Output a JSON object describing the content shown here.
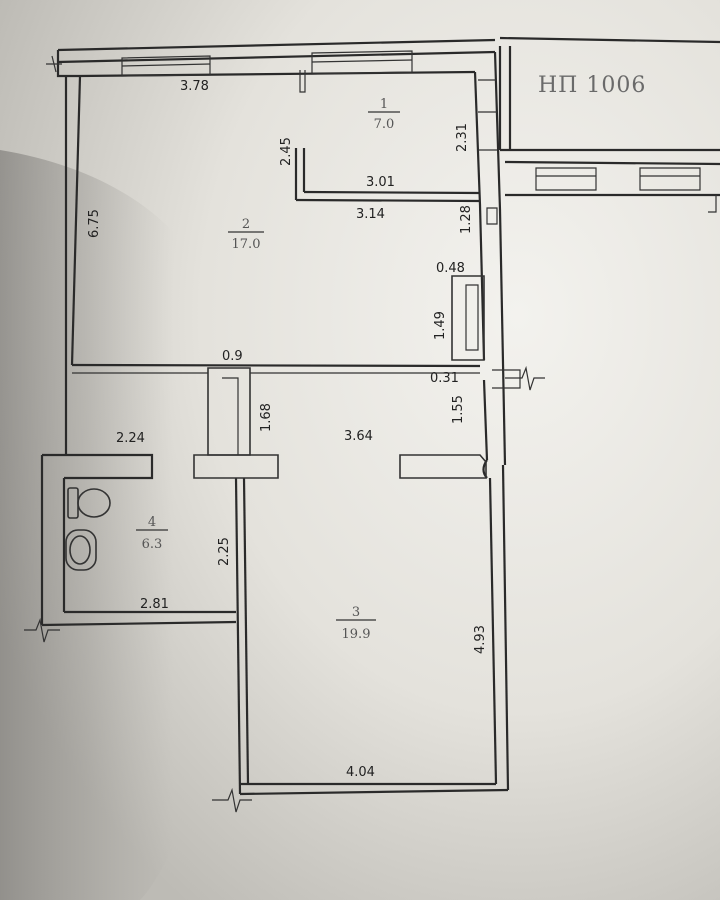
{
  "plan": {
    "unit_label": "НП 1006",
    "rooms": [
      {
        "number": "1",
        "area": "7.0"
      },
      {
        "number": "2",
        "area": "17.0"
      },
      {
        "number": "3",
        "area": "19.9"
      },
      {
        "number": "4",
        "area": "6.3"
      }
    ],
    "dimensions": [
      "3.78",
      "2.45",
      "3.01",
      "3.14",
      "2.31",
      "1.28",
      "0.48",
      "1.49",
      "6.75",
      "0.9",
      "0.31",
      "1.68",
      "1.55",
      "3.64",
      "2.24",
      "2.25",
      "2.81",
      "4.93",
      "4.04"
    ]
  }
}
